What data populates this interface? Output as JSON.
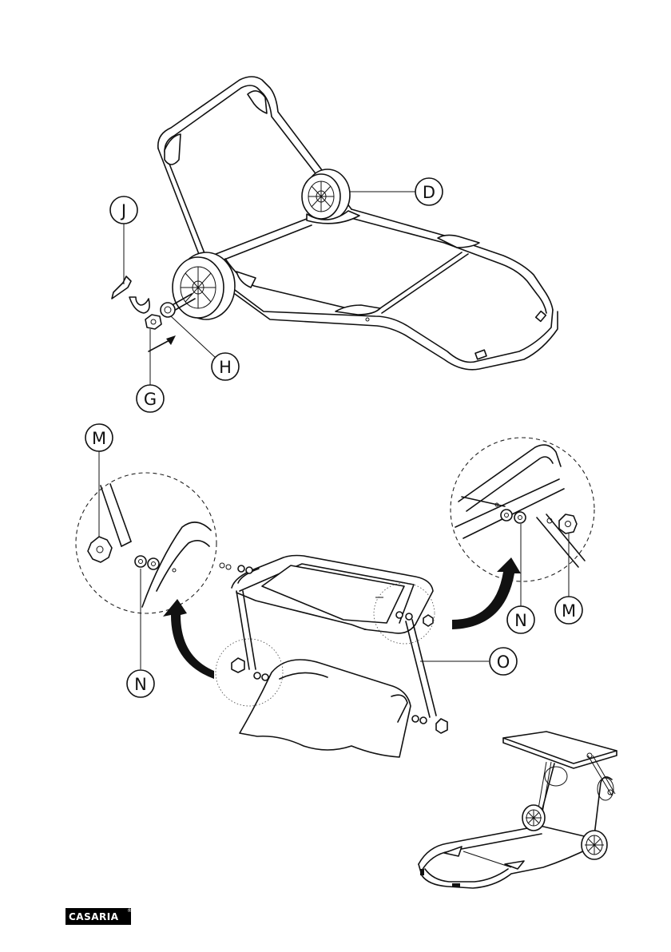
{
  "callouts": {
    "D": "D",
    "J": "J",
    "H": "H",
    "G": "G",
    "M_left": "M",
    "N_left": "N",
    "N_right": "N",
    "M_right": "M",
    "O": "O"
  },
  "brand": {
    "logo": "CASARIA",
    "trademark": "®"
  },
  "colors": {
    "line": "#111111",
    "background": "#ffffff",
    "logo_bg": "#000000"
  }
}
